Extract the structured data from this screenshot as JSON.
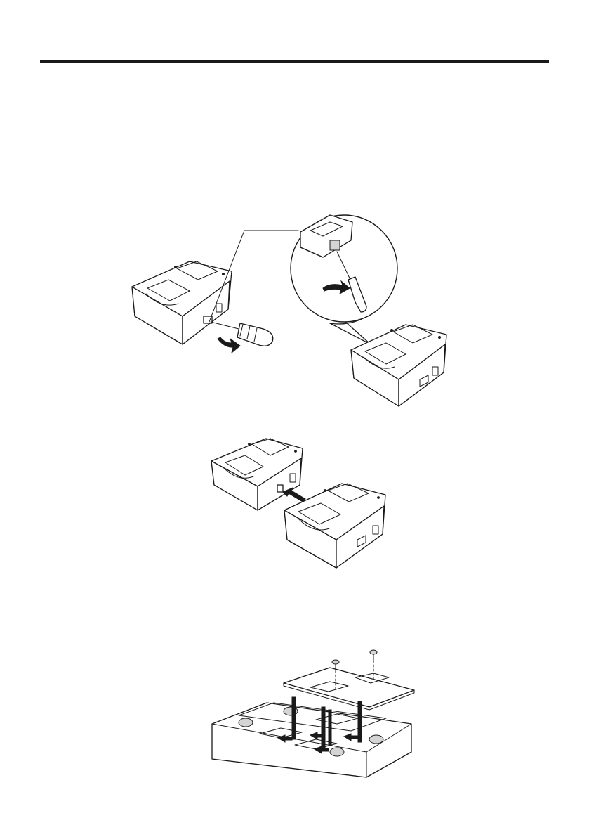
{
  "page": {
    "header_rule": "top-rule",
    "figures": [
      {
        "name": "figure-detach-cover",
        "description_icon": "screwdriver-icon"
      },
      {
        "name": "figure-connect-chargers",
        "description_icon": "arrow-icon"
      },
      {
        "name": "figure-attach-plate",
        "description_icon": "screw-icon"
      }
    ]
  },
  "colors": {
    "ink": "#1a1a1a",
    "paper": "#ffffff",
    "shade": "#d4d4d4"
  }
}
